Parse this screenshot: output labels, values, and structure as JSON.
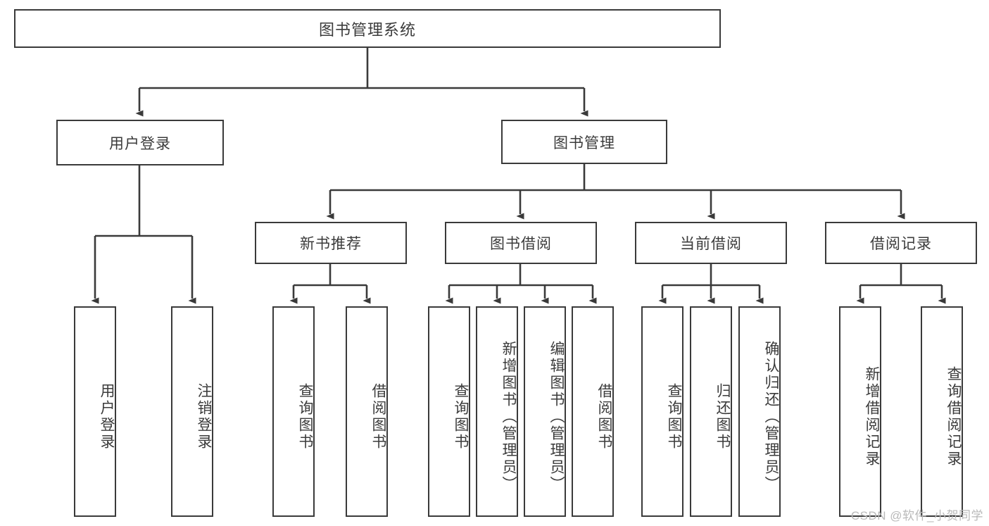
{
  "diagram": {
    "title": "图书管理系统",
    "watermark": "CSDN @软件_小贺同学",
    "stroke_color": "#3a3a3a",
    "text_color": "#3b3b3b",
    "background": "#ffffff"
  },
  "nodes": {
    "root": {
      "label": "图书管理系统"
    },
    "level2": [
      {
        "id": "user-login",
        "label": "用户登录"
      },
      {
        "id": "book-management",
        "label": "图书管理"
      }
    ],
    "level3": [
      {
        "id": "new-book-recommend",
        "label": "新书推荐"
      },
      {
        "id": "book-borrow",
        "label": "图书借阅"
      },
      {
        "id": "current-borrow",
        "label": "当前借阅"
      },
      {
        "id": "borrow-record",
        "label": "借阅记录"
      }
    ],
    "leaves": [
      {
        "id": "leaf-user-login",
        "label": "用户登录"
      },
      {
        "id": "leaf-logout",
        "label": "注销登录"
      },
      {
        "id": "leaf-query-book-1",
        "label": "查询图书"
      },
      {
        "id": "leaf-borrow-book-1",
        "label": "借阅图书"
      },
      {
        "id": "leaf-query-book-2",
        "label": "查询图书"
      },
      {
        "id": "leaf-add-book",
        "label": "新增图书（管理员）"
      },
      {
        "id": "leaf-edit-book",
        "label": "编辑图书（管理员）"
      },
      {
        "id": "leaf-borrow-book-2",
        "label": "借阅图书"
      },
      {
        "id": "leaf-query-book-3",
        "label": "查询图书"
      },
      {
        "id": "leaf-return-book",
        "label": "归还图书"
      },
      {
        "id": "leaf-confirm-return",
        "label": "确认归还（管理员）"
      },
      {
        "id": "leaf-add-record",
        "label": "新增借阅记录"
      },
      {
        "id": "leaf-query-record",
        "label": "查询借阅记录"
      }
    ]
  }
}
